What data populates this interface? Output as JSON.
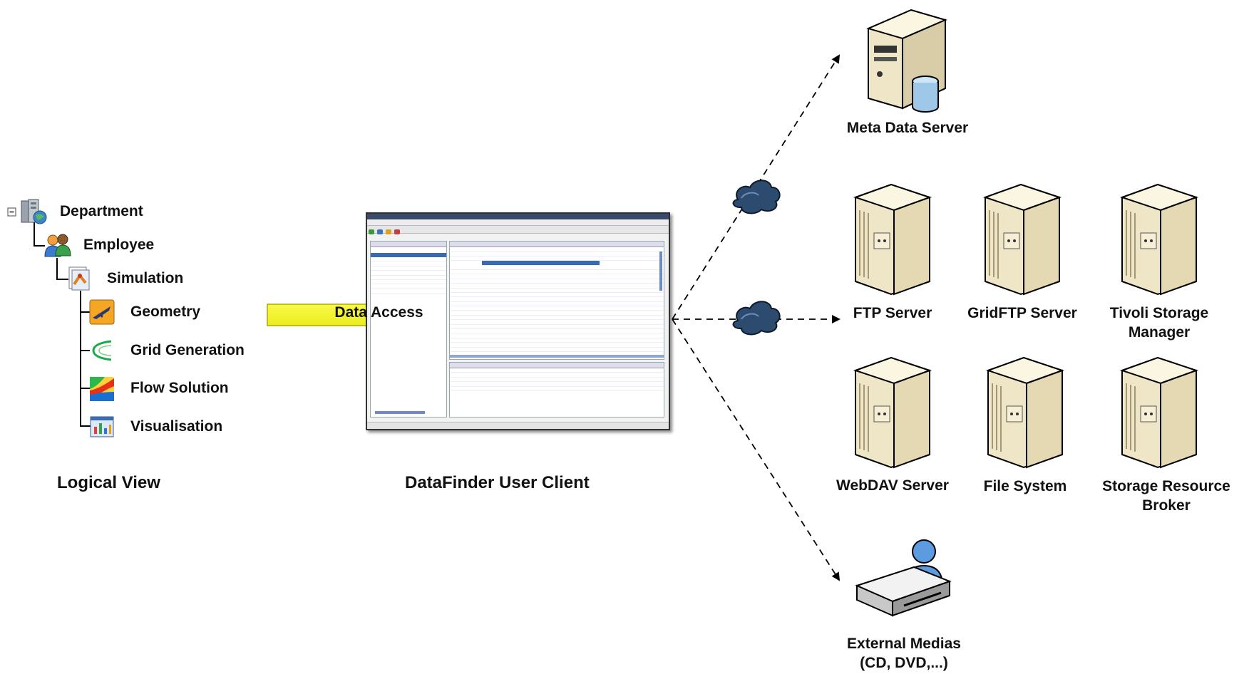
{
  "logical_view": {
    "tree": {
      "department": "Department",
      "employee": "Employee",
      "simulation": "Simulation",
      "geometry": "Geometry",
      "grid_generation": "Grid Generation",
      "flow_solution": "Flow Solution",
      "visualisation": "Visualisation"
    },
    "caption": "Logical View"
  },
  "client": {
    "arrow_label": "Data Access",
    "caption": "DataFinder User Client"
  },
  "servers": {
    "meta_data": "Meta Data Server",
    "ftp": "FTP Server",
    "gridftp": "GridFTP Server",
    "tivoli_line1": "Tivoli Storage",
    "tivoli_line2": "Manager",
    "webdav": "WebDAV Server",
    "file_system": "File System",
    "srb_line1": "Storage Resource",
    "srb_line2": "Broker",
    "external_line1": "External Medias",
    "external_line2": "(CD, DVD,...)"
  },
  "colors": {
    "arrow_fill": "#f5f500",
    "cloud": "#2d4b6e",
    "server_body": "#efe6c8",
    "disk_blue": "#9ec7e8"
  }
}
